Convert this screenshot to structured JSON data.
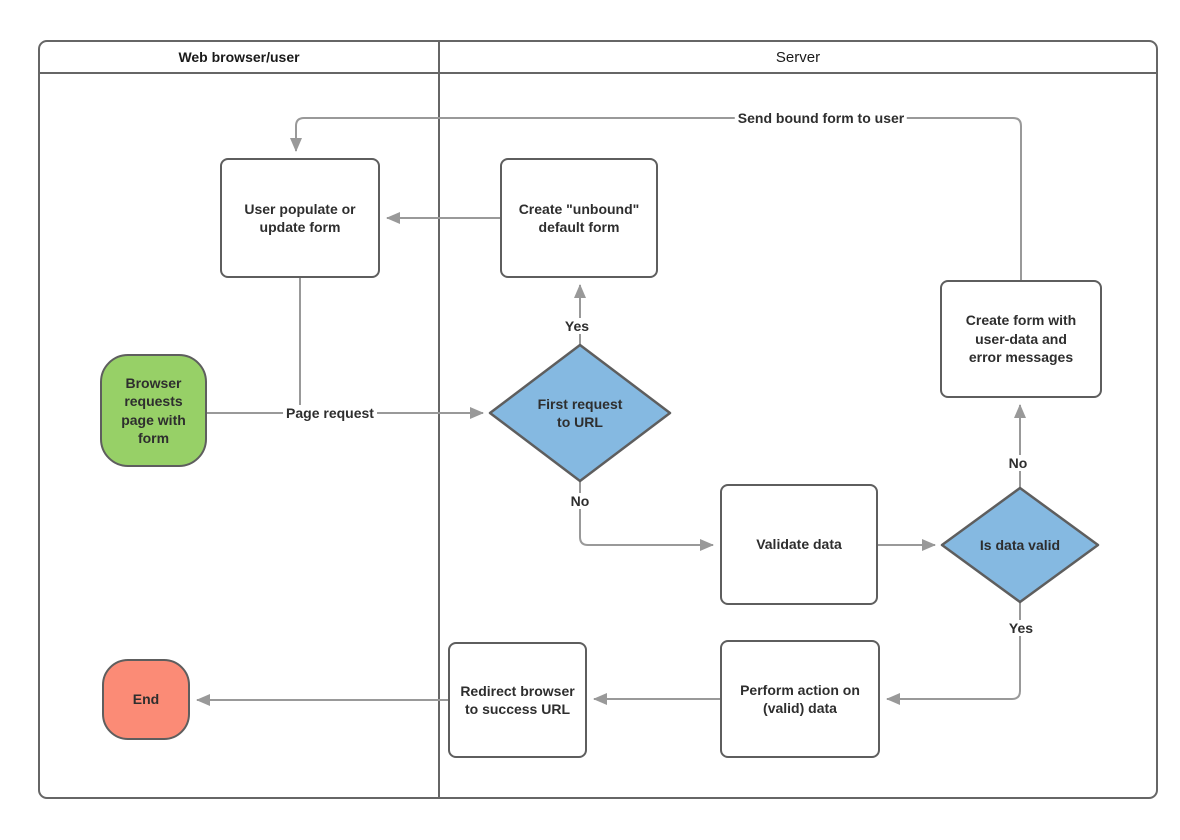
{
  "lanes": [
    {
      "title": "Web browser/user"
    },
    {
      "title": "Server"
    }
  ],
  "nodes": {
    "start": {
      "label": "Browser\nrequests\npage with\nform"
    },
    "user_populate": {
      "label": "User populate or\nupdate form"
    },
    "create_unbound": {
      "label": "Create \"unbound\"\ndefault form"
    },
    "first_request": {
      "label": "First request\nto URL"
    },
    "validate": {
      "label": "Validate data"
    },
    "is_valid": {
      "label": "Is data valid"
    },
    "create_form_errors": {
      "label": "Create form with\nuser-data and\nerror messages"
    },
    "perform_action": {
      "label": "Perform action on\n(valid) data"
    },
    "redirect": {
      "label": "Redirect browser\nto success URL"
    },
    "end": {
      "label": "End"
    }
  },
  "edge_labels": {
    "page_request": "Page request",
    "first_yes": "Yes",
    "first_no": "No",
    "send_bound": "Send bound form to user",
    "valid_no": "No",
    "valid_yes": "Yes"
  },
  "colors": {
    "green": "#97d067",
    "red": "#fb8b76",
    "blue": "#85b9e1",
    "line": "#999999",
    "border": "#5e5e5e",
    "lane_border": "#666666",
    "text": "#2e2e2e"
  }
}
